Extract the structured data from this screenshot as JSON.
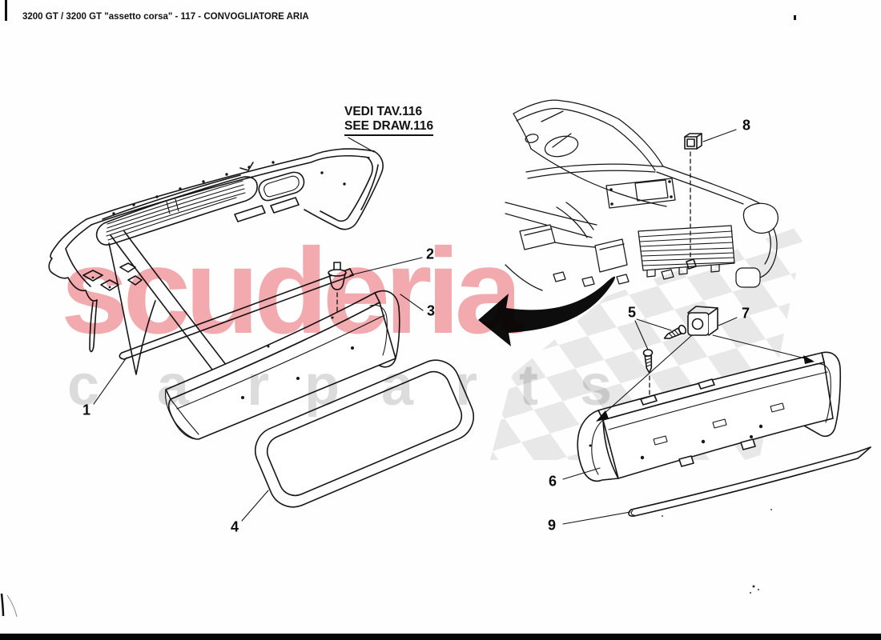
{
  "header": {
    "title": "3200 GT / 3200 GT \"assetto corsa\" - 117 - CONVOGLIATORE ARIA"
  },
  "see_drawing": {
    "line1": "VEDI TAV.116",
    "line2": "SEE DRAW.116"
  },
  "watermark": {
    "word1": "scuderia",
    "word2": "c a r",
    "word3": "p a r t s"
  },
  "callouts": [
    "1",
    "2",
    "3",
    "4",
    "5",
    "6",
    "7",
    "8",
    "9"
  ],
  "colors": {
    "ink": "#161616",
    "watermark-pink": "#f2abaf",
    "watermark-gray": "#dcdcdc",
    "checker-gray": "#e8e8e8",
    "arrow-black": "#0d0d0d"
  }
}
